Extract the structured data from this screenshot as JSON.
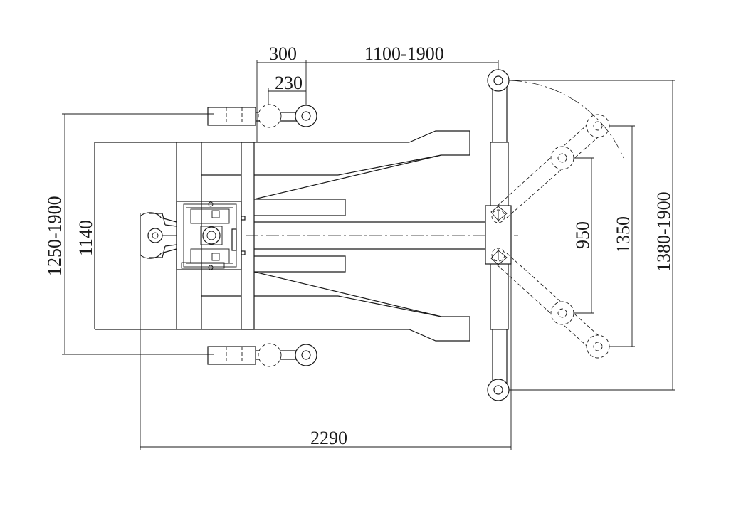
{
  "dimensions": {
    "top_300": "300",
    "top_230": "230",
    "top_range": "1100-1900",
    "left_outer": "1250-1900",
    "left_inner": "1140",
    "right_950": "950",
    "right_1350": "1350",
    "right_outer": "1380-1900",
    "bottom_2290": "2290"
  }
}
